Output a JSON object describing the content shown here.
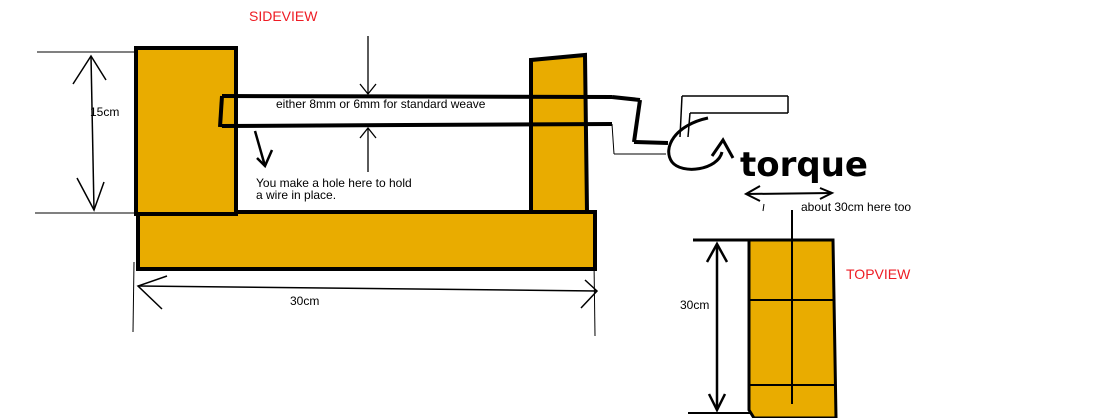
{
  "diagram": {
    "side_title": "SIDEVIEW",
    "top_title": "TOPVIEW",
    "height_label": "15cm",
    "width_label": "30cm",
    "wire_label": "either 8mm or 6mm for standard weave",
    "hole_note_line1": "You make a hole here to hold",
    "hole_note_line2": "a wire in place.",
    "torque_label": "torque",
    "top_note": "about 30cm here too",
    "top_length_label": "30cm"
  },
  "colors": {
    "wood": "#e9ac00",
    "title_red": "#ee1c24",
    "line": "#000000"
  }
}
